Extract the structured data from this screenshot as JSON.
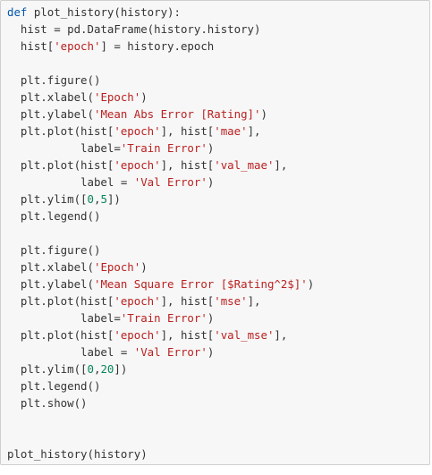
{
  "editor": {
    "language": "python",
    "colors": {
      "background": "#f7f7f7",
      "text": "#333333",
      "keyword": "#0055aa",
      "string": "#ba2121",
      "number": "#098658"
    },
    "lines": [
      [
        {
          "t": "kw",
          "v": "def"
        },
        {
          "t": "p",
          "v": " plot_history(history):"
        }
      ],
      [
        {
          "t": "p",
          "v": "  hist = pd.DataFrame(history.history)"
        }
      ],
      [
        {
          "t": "p",
          "v": "  hist["
        },
        {
          "t": "str",
          "v": "'epoch'"
        },
        {
          "t": "p",
          "v": "] = history.epoch"
        }
      ],
      [],
      [
        {
          "t": "p",
          "v": "  plt.figure()"
        }
      ],
      [
        {
          "t": "p",
          "v": "  plt.xlabel("
        },
        {
          "t": "str",
          "v": "'Epoch'"
        },
        {
          "t": "p",
          "v": ")"
        }
      ],
      [
        {
          "t": "p",
          "v": "  plt.ylabel("
        },
        {
          "t": "str",
          "v": "'Mean Abs Error [Rating]'"
        },
        {
          "t": "p",
          "v": ")"
        }
      ],
      [
        {
          "t": "p",
          "v": "  plt.plot(hist["
        },
        {
          "t": "str",
          "v": "'epoch'"
        },
        {
          "t": "p",
          "v": "], hist["
        },
        {
          "t": "str",
          "v": "'mae'"
        },
        {
          "t": "p",
          "v": "],"
        }
      ],
      [
        {
          "t": "p",
          "v": "           label="
        },
        {
          "t": "str",
          "v": "'Train Error'"
        },
        {
          "t": "p",
          "v": ")"
        }
      ],
      [
        {
          "t": "p",
          "v": "  plt.plot(hist["
        },
        {
          "t": "str",
          "v": "'epoch'"
        },
        {
          "t": "p",
          "v": "], hist["
        },
        {
          "t": "str",
          "v": "'val_mae'"
        },
        {
          "t": "p",
          "v": "],"
        }
      ],
      [
        {
          "t": "p",
          "v": "           label = "
        },
        {
          "t": "str",
          "v": "'Val Error'"
        },
        {
          "t": "p",
          "v": ")"
        }
      ],
      [
        {
          "t": "p",
          "v": "  plt.ylim(["
        },
        {
          "t": "num",
          "v": "0"
        },
        {
          "t": "p",
          "v": ","
        },
        {
          "t": "num",
          "v": "5"
        },
        {
          "t": "p",
          "v": "])"
        }
      ],
      [
        {
          "t": "p",
          "v": "  plt.legend()"
        }
      ],
      [],
      [
        {
          "t": "p",
          "v": "  plt.figure()"
        }
      ],
      [
        {
          "t": "p",
          "v": "  plt.xlabel("
        },
        {
          "t": "str",
          "v": "'Epoch'"
        },
        {
          "t": "p",
          "v": ")"
        }
      ],
      [
        {
          "t": "p",
          "v": "  plt.ylabel("
        },
        {
          "t": "str",
          "v": "'Mean Square Error [$Rating^2$]'"
        },
        {
          "t": "p",
          "v": ")"
        }
      ],
      [
        {
          "t": "p",
          "v": "  plt.plot(hist["
        },
        {
          "t": "str",
          "v": "'epoch'"
        },
        {
          "t": "p",
          "v": "], hist["
        },
        {
          "t": "str",
          "v": "'mse'"
        },
        {
          "t": "p",
          "v": "],"
        }
      ],
      [
        {
          "t": "p",
          "v": "           label="
        },
        {
          "t": "str",
          "v": "'Train Error'"
        },
        {
          "t": "p",
          "v": ")"
        }
      ],
      [
        {
          "t": "p",
          "v": "  plt.plot(hist["
        },
        {
          "t": "str",
          "v": "'epoch'"
        },
        {
          "t": "p",
          "v": "], hist["
        },
        {
          "t": "str",
          "v": "'val_mse'"
        },
        {
          "t": "p",
          "v": "],"
        }
      ],
      [
        {
          "t": "p",
          "v": "           label = "
        },
        {
          "t": "str",
          "v": "'Val Error'"
        },
        {
          "t": "p",
          "v": ")"
        }
      ],
      [
        {
          "t": "p",
          "v": "  plt.ylim(["
        },
        {
          "t": "num",
          "v": "0"
        },
        {
          "t": "p",
          "v": ","
        },
        {
          "t": "num",
          "v": "20"
        },
        {
          "t": "p",
          "v": "])"
        }
      ],
      [
        {
          "t": "p",
          "v": "  plt.legend()"
        }
      ],
      [
        {
          "t": "p",
          "v": "  plt.show()"
        }
      ],
      [],
      [],
      [
        {
          "t": "p",
          "v": "plot_history(history)"
        }
      ]
    ]
  }
}
